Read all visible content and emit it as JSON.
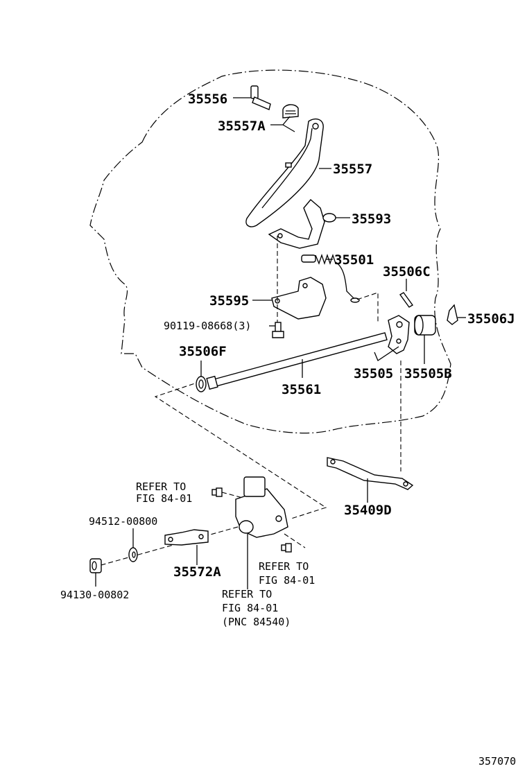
{
  "diagram_id": "357070",
  "labels": {
    "p35556": "35556",
    "p35557a": "35557A",
    "p35557": "35557",
    "p35593": "35593",
    "p35501": "35501",
    "p35506c": "35506C",
    "p35595": "35595",
    "p35506j": "35506J",
    "p90119": "90119-08668(3)",
    "p35506f": "35506F",
    "p35505": "35505",
    "p35505b": "35505B",
    "p35561": "35561",
    "p35409d": "35409D",
    "p94512": "94512-00800",
    "p35572a": "35572A",
    "p94130": "94130-00802"
  },
  "refs": {
    "ref1_line1": "REFER TO",
    "ref1_line2": "FIG 84-01",
    "ref2_line1": "REFER TO",
    "ref2_line2": "FIG 84-01",
    "ref3_line1": "REFER TO",
    "ref3_line2": "FIG 84-01",
    "ref3_line3": "(PNC 84540)"
  }
}
